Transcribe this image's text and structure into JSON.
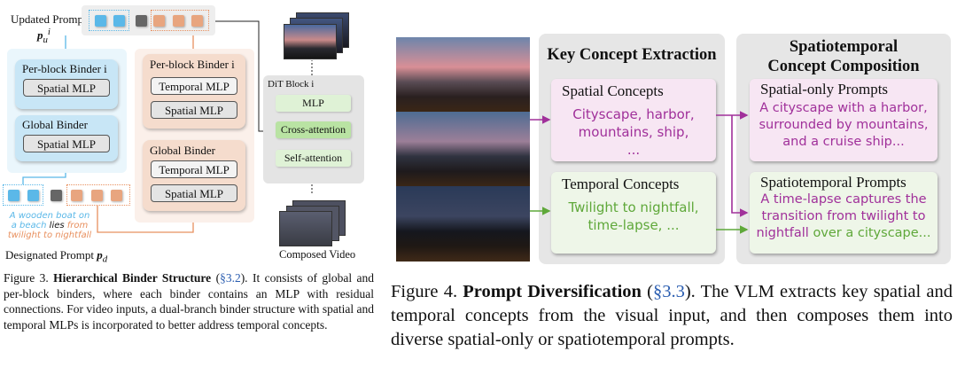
{
  "fig3": {
    "updated_prompt": "Updated Prompt",
    "updated_prompt_sym": "p",
    "designated_prompt": "Designated Prompt",
    "designated_prompt_sym": "p",
    "spatial_branch": {
      "per_block": "Per-block Binder i",
      "per_block_mlp": "Spatial MLP",
      "global": "Global Binder",
      "global_mlp": "Spatial MLP"
    },
    "temporal_branch": {
      "per_block": "Per-block Binder i",
      "per_block_mlps": [
        "Temporal MLP",
        "Spatial MLP"
      ],
      "global": "Global Binder",
      "global_mlps": [
        "Temporal MLP",
        "Spatial MLP"
      ]
    },
    "dit": {
      "title": "DiT Block i",
      "layers": [
        "MLP",
        "Cross-attention",
        "Self-attention"
      ]
    },
    "composed_video": "Composed Video",
    "prompt_text": {
      "part1": "A wooden boat on a beach",
      "part2": "lies",
      "part3": "from twilight to nightfall"
    },
    "colors": {
      "spatial": "#5bb8e8",
      "temporal": "#e8a57f",
      "dit": "#c6e9b4"
    },
    "caption": {
      "label": "Figure 3.",
      "title": "Hierarchical Binder Structure",
      "ref": "§3.2",
      "text": "It consists of global and per-block binders, where each binder contains an MLP with residual connections. For video inputs, a dual-branch binder structure with spatial and temporal MLPs is incorporated to better address temporal concepts."
    }
  },
  "fig4": {
    "col1_title": "Key Concept Extraction",
    "col2_title": "Spatiotemporal Concept Composition",
    "spatial_concepts": {
      "title": "Spatial Concepts",
      "text": "Cityscape, harbor, mountains, ship, ..."
    },
    "temporal_concepts": {
      "title": "Temporal Concepts",
      "text": "Twilight to nightfall, time-lapse, ..."
    },
    "spatial_only": {
      "title": "Spatial-only Prompts",
      "text": "A cityscape with a harbor, surrounded by mountains, and a cruise ship..."
    },
    "spatiotemporal": {
      "title": "Spatiotemporal Prompts",
      "text_a": "A time-lapse captures the transition from twilight to nightfall",
      "text_b": "over a cityscape..."
    },
    "colors": {
      "spatial": "#a0309a",
      "temporal": "#5fa83a"
    },
    "caption": {
      "label": "Figure 4.",
      "title": "Prompt Diversification",
      "ref": "§3.3",
      "text": "The VLM extracts key spatial and temporal concepts from the visual input, and then composes them into diverse spatial-only or spatiotemporal prompts."
    }
  }
}
